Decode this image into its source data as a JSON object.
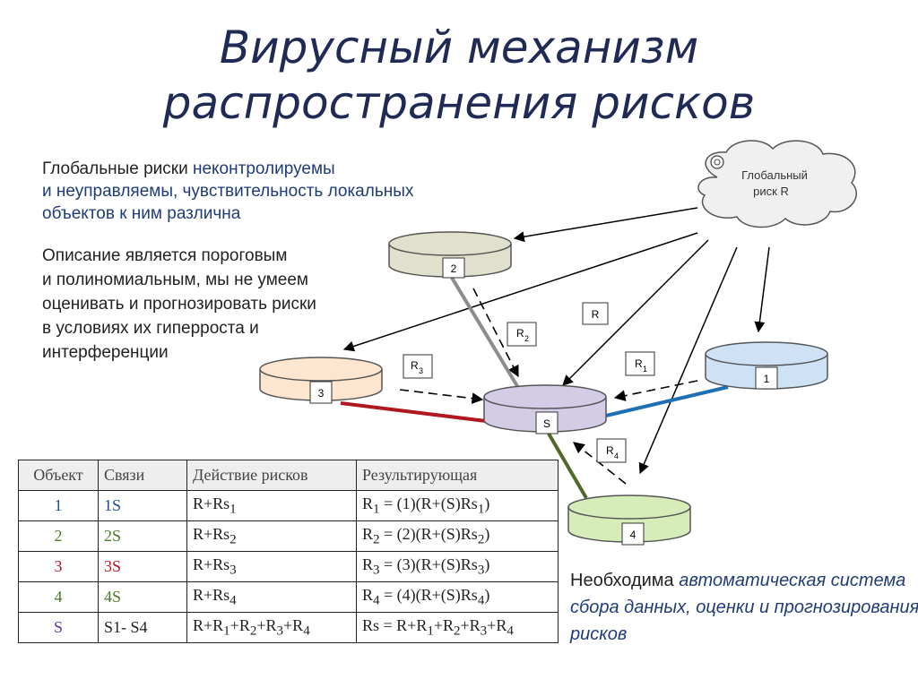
{
  "title": {
    "line1": "Вирусный механизм",
    "line2": "распространения рисков"
  },
  "intro": {
    "l1_a": "Глобальные риски ",
    "l1_b": "неконтролируемы",
    "l2": "и неуправляемы, чувствительность локальных",
    "l3": "объектов к ним различна"
  },
  "description": {
    "l1": "Описание является пороговым",
    "l2": "и полиномиальным, мы не умеем",
    "l3": "оценивать и прогнозировать риски",
    "l4": "в условиях их гиперроста и",
    "l5": "интерференции"
  },
  "cloud": {
    "l1": "Глобальный",
    "l2": "риск R"
  },
  "nodes": {
    "n1": "1",
    "n2": "2",
    "n3": "3",
    "n4": "4",
    "s": "S"
  },
  "labels": {
    "r": "R",
    "r_sym": "R",
    "i1": "1",
    "i2": "2",
    "i3": "3",
    "i4": "4"
  },
  "table": {
    "headers": [
      "Объект",
      "Связи",
      "Действие рисков",
      "Результирующая"
    ],
    "rows": [
      {
        "obj": "1",
        "link": "1S",
        "act_a": "R+Rs",
        "act_sub": "1",
        "res_a": "R",
        "res_s1": "1",
        "res_b": " = (1)(R+(S)Rs",
        "res_s2": "1",
        "res_c": ")"
      },
      {
        "obj": "2",
        "link": "2S",
        "act_a": "R+Rs",
        "act_sub": "2",
        "res_a": "R",
        "res_s1": "2",
        "res_b": " = (2)(R+(S)Rs",
        "res_s2": "2",
        "res_c": ")"
      },
      {
        "obj": "3",
        "link": "3S",
        "act_a": "R+Rs",
        "act_sub": "3",
        "res_a": "R",
        "res_s1": "3",
        "res_b": " = (3)(R+(S)Rs",
        "res_s2": "3",
        "res_c": ")"
      },
      {
        "obj": "4",
        "link": "4S",
        "act_a": "R+Rs",
        "act_sub": "4",
        "res_a": "R",
        "res_s1": "4",
        "res_b": " = (4)(R+(S)Rs",
        "res_s2": "4",
        "res_c": ")"
      }
    ],
    "last": {
      "obj": "S",
      "link": "S1- S4",
      "act_pre": "R+R",
      "s1": "1",
      "p1": "+R",
      "s2": "2",
      "p2": "+R",
      "s3": "3",
      "p3": "+R",
      "s4": "4",
      "res_pre": "Rs = R+R",
      "r1": "1",
      "rp1": "+R",
      "r2": "2",
      "rp2": "+R",
      "r3": "3",
      "rp3": "+R",
      "r4": "4"
    }
  },
  "bottom_note": {
    "plain": "Необходима ",
    "hl": "автоматическая система сбора данных, оценки и прогнозирования рисков"
  },
  "colors": {
    "node1": "#cfe2f5",
    "node2": "#e0e0cc",
    "node3": "#fde5cf",
    "node4": "#d6ecb9",
    "nodeS": "#d4cce6",
    "link1": "#1f6fb5",
    "link2": "#8c8c8c",
    "link3": "#b01820",
    "link4": "#4e6a2a"
  }
}
